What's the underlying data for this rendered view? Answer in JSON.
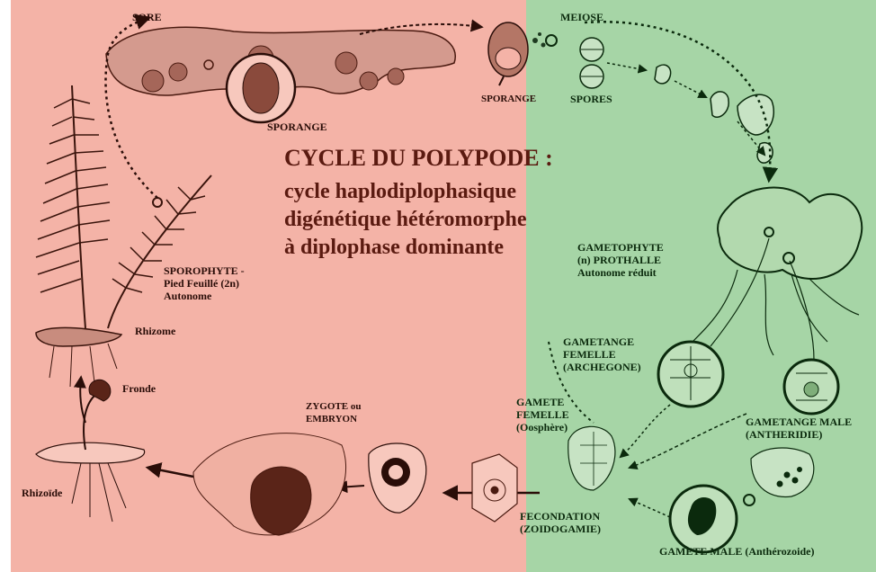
{
  "colors": {
    "sporophyte_bg": "#f4b3a7",
    "gametophyte_bg": "#a6d5a6",
    "sporophyte_ink": "#5a1f14",
    "gametophyte_ink": "#0e3a12",
    "title": "#5a1a10"
  },
  "title": {
    "line1": "CYCLE DU POLYPODE :",
    "line2": "cycle haplodiplophasique",
    "line3": "digénétique hétéromorphe",
    "line4": "à diplophase dominante"
  },
  "labels": {
    "sore": "SORE",
    "sporange_top": "SPORANGE",
    "sporange": "SPORANGE",
    "meiose": "MEIOSE",
    "spores": "SPORES",
    "sporophyte": [
      "SPOROPHYTE -",
      "Pied Feuillé (2n)",
      "Autonome"
    ],
    "rhizome": "Rhizome",
    "fronde": "Fronde",
    "rhizoide": "Rhizoïde",
    "zygote": [
      "ZYGOTE ou",
      "EMBRYON"
    ],
    "gamete_femelle": [
      "GAMETE",
      "FEMELLE",
      "(Oosphère)"
    ],
    "fecondation": [
      "FECONDATION",
      "(ZOIDOGAMIE)"
    ],
    "gametophyte": [
      "GAMETOPHYTE",
      "(n) PROTHALLE",
      "Autonome réduit"
    ],
    "gametange_femelle": [
      "GAMETANGE",
      "FEMELLE",
      "(ARCHEGONE)"
    ],
    "gametange_male": [
      "GAMETANGE MALE",
      "(ANTHERIDIE)"
    ],
    "gamete_male": "GAMETE MALE (Anthérozoide)"
  }
}
